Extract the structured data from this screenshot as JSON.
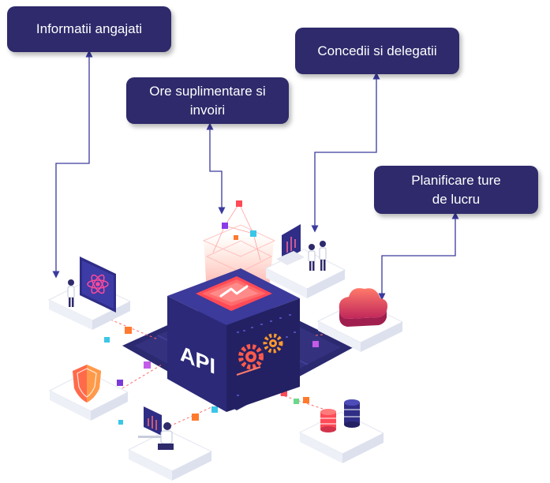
{
  "boxes": {
    "informatii": "Informatii angajati",
    "ore_line1": "Ore suplimentare si",
    "ore_line2": "invoiri",
    "concedii": "Concedii si delegatii",
    "planificare_line1": "Planificare ture",
    "planificare_line2": "de lucru"
  },
  "center": {
    "api_label": "API"
  },
  "colors": {
    "box_bg": "#2e2a6b",
    "cube_top": "#3c3a9a",
    "cube_left": "#2b2978",
    "cube_right": "#232163",
    "accent_red": "#ff4a57",
    "accent_orange": "#ff9a2e",
    "connector": "#3a3a9e"
  },
  "icons": [
    "atom-icon",
    "shield-icon",
    "cloud-icon",
    "database-icon",
    "gears-icon",
    "person-icon"
  ]
}
